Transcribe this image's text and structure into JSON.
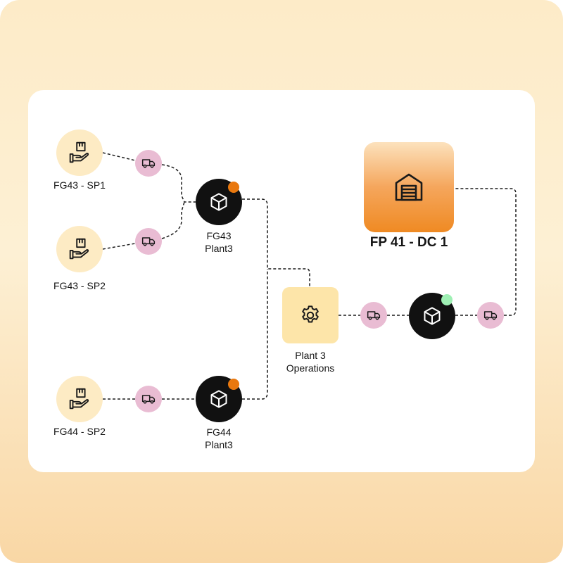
{
  "nodes": {
    "fg43_sp1": {
      "label": "FG43 - SP1",
      "icon": "hand-package-icon"
    },
    "fg43_sp2": {
      "label": "FG43 - SP2",
      "icon": "hand-package-icon"
    },
    "fg44_sp2": {
      "label": "FG44 - SP2",
      "icon": "hand-package-icon"
    },
    "fg43_plant3": {
      "label_line1": "FG43",
      "label_line2": "Plant3",
      "icon": "box-icon",
      "status_color": "#e9780e"
    },
    "fg44_plant3": {
      "label_line1": "FG44",
      "label_line2": "Plant3",
      "icon": "box-icon",
      "status_color": "#e9780e"
    },
    "plant3_ops": {
      "label_line1": "Plant 3",
      "label_line2": "Operations",
      "icon": "gear-icon"
    },
    "dc_product": {
      "icon": "box-icon",
      "status_color": "#9ff0b4"
    },
    "fp41_dc1": {
      "label": "FP 41 - DC 1",
      "icon": "warehouse-icon"
    }
  },
  "transport_icon": "truck-icon",
  "colors": {
    "supplier_fill": "#fdebc4",
    "truck_fill": "#e9bcd3",
    "product_fill": "#111111",
    "ops_fill": "#fde5a9",
    "dc_accent": "#ef8a23"
  }
}
